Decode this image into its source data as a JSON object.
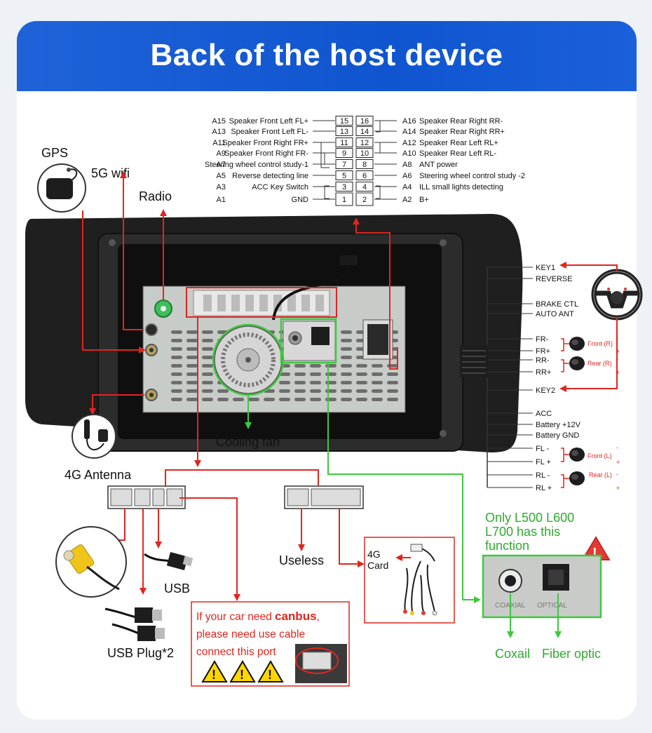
{
  "header": {
    "title": "Back of the host device"
  },
  "connector_pins": {
    "left": [
      {
        "pin": "A15",
        "name": "Speaker Front Left FL+",
        "num": "15"
      },
      {
        "pin": "A13",
        "name": "Speaker Front Left FL-",
        "num": "13"
      },
      {
        "pin": "A11",
        "name": "Speaker Front Right FR+",
        "num": "11"
      },
      {
        "pin": "A9",
        "name": "Speaker Front Right FR-",
        "num": "9"
      },
      {
        "pin": "A7",
        "name": "Steering wheel control study-1",
        "num": "7"
      },
      {
        "pin": "A5",
        "name": "Reverse detecting line",
        "num": "5"
      },
      {
        "pin": "A3",
        "name": "ACC Key Switch",
        "num": "3"
      },
      {
        "pin": "A1",
        "name": "GND",
        "num": "1"
      }
    ],
    "right": [
      {
        "pin": "A16",
        "name": "Speaker Rear Right RR-",
        "num": "16"
      },
      {
        "pin": "A14",
        "name": "Speaker Rear Right RR+",
        "num": "14"
      },
      {
        "pin": "A12",
        "name": "Speaker Rear Left RL+",
        "num": "12"
      },
      {
        "pin": "A10",
        "name": "Speaker Rear Left RL-",
        "num": "10"
      },
      {
        "pin": "A8",
        "name": "ANT power",
        "num": "8"
      },
      {
        "pin": "A6",
        "name": "Steering wheel control study -2",
        "num": "6"
      },
      {
        "pin": "A4",
        "name": "ILL small lights detecting",
        "num": "4"
      },
      {
        "pin": "A2",
        "name": "B+",
        "num": "2"
      }
    ]
  },
  "labels": {
    "gps": "GPS",
    "wifi": "5G wifi",
    "radio": "Radio",
    "cooling_fan": "Cooling fan",
    "antenna_4g": "4G Antenna",
    "usb": "USB",
    "usb_plug": "USB Plug*2",
    "useless": "Useless",
    "card_4g": "4G\nCard",
    "card_4g_line1": "4G",
    "card_4g_line2": "Card",
    "only_line1": "Only L500 L600",
    "only_line2": "L700 has this",
    "only_line3": "function",
    "coaxil": "Coxail",
    "fiber": "Fiber optic",
    "coaxial_port": "COAXIAL",
    "optical_port": "OPTICAL"
  },
  "canbus_note": {
    "line1_pre": "If your car need ",
    "line1_bold": "canbus",
    "line1_post": ",",
    "line2": "please need use cable",
    "line3": "connect this port"
  },
  "harness": {
    "top": [
      "KEY1",
      "REVERSE",
      "BRAKE CTL",
      "AUTO ANT",
      "FR-",
      "FR+",
      "RR-",
      "RR+",
      "KEY2"
    ],
    "bottom": [
      "ACC",
      "Battery +12V",
      "Battery GND",
      "FL -",
      "FL +",
      "RL -",
      "RL +"
    ],
    "front_r": "Front (R)",
    "rear_r": "Rear (R)",
    "front_l": "Front (L)",
    "rear_l": "Rear (L)"
  },
  "colors": {
    "banner": "#1f62d8",
    "arrow_red": "#e0261f",
    "arrow_green": "#3dc93d",
    "warning": "#e53935"
  }
}
